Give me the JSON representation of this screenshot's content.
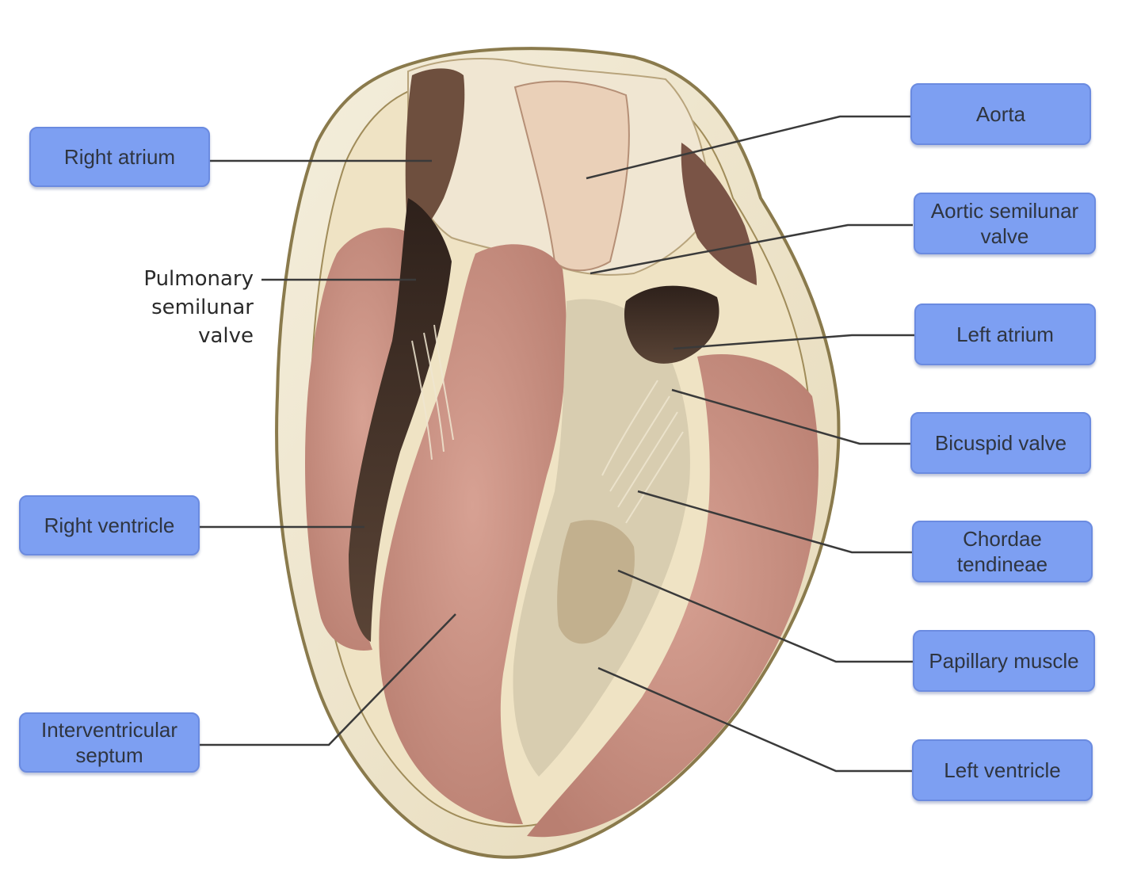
{
  "labels": {
    "right_atrium": "Right atrium",
    "pulmonary_semilunar_valve": "Pulmonary\nsemilunar\nvalve",
    "right_ventricle": "Right ventricle",
    "interventricular_septum": "Interventricular\nseptum",
    "aorta": "Aorta",
    "aortic_semilunar_valve": "Aortic semilunar\nvalve",
    "left_atrium": "Left atrium",
    "bicuspid_valve": "Bicuspid valve",
    "chordae_tendineae": "Chordae\ntendineae",
    "papillary_muscle": "Papillary muscle",
    "left_ventricle": "Left ventricle"
  },
  "colors": {
    "label_fill": "#7d9ff2",
    "label_border": "#6b8be0",
    "leader_line": "#3a3a3a",
    "myocardium": "#c98e80",
    "pericardial_fat": "#efe6cf",
    "chamber_dark": "#3b2a22"
  }
}
